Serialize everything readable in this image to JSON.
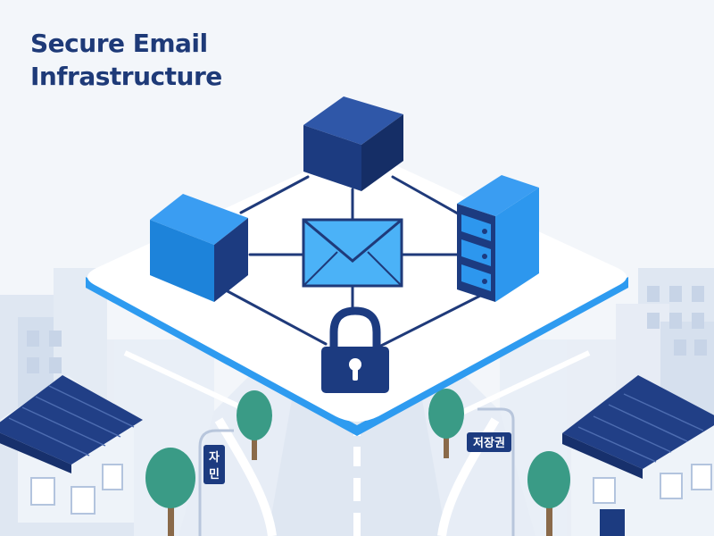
{
  "title": {
    "line1": "Secure Email",
    "line2": "Infrastructure"
  },
  "signs": {
    "left": [
      "자",
      "민"
    ],
    "right": "저장권"
  },
  "colors": {
    "navy": "#1c3b80",
    "blue": "#1d8fe6",
    "teal": "#3a9b86",
    "background": "#f3f6fa"
  },
  "icons": [
    "envelope-icon",
    "padlock-icon",
    "server-rack-icon",
    "cube-icon"
  ]
}
